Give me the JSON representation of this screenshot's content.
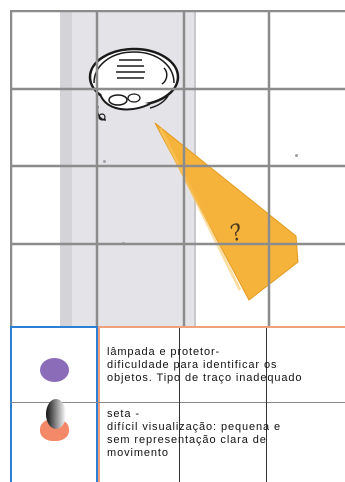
{
  "legend": {
    "rows": [
      {
        "symbol_icon": "purple-oval-icon",
        "symbol_color": "#8a6cb8",
        "lines": [
          "lâmpada e protetor-",
          "dificuldade para identificar os",
          "objetos. Tipo de traço inadequado"
        ]
      },
      {
        "symbol_icon": "gradient-arrow-icon",
        "symbol_colors": [
          "#1f1f1f",
          "#f4896a"
        ],
        "lines": [
          "seta -",
          "difícil visualização: pequena e",
          "sem representação clara de",
          "movimento"
        ]
      }
    ]
  },
  "illustration": {
    "question_mark": "?",
    "beam_color": "#f6b33c",
    "lamp_icon": "lamp-with-protector-icon"
  }
}
